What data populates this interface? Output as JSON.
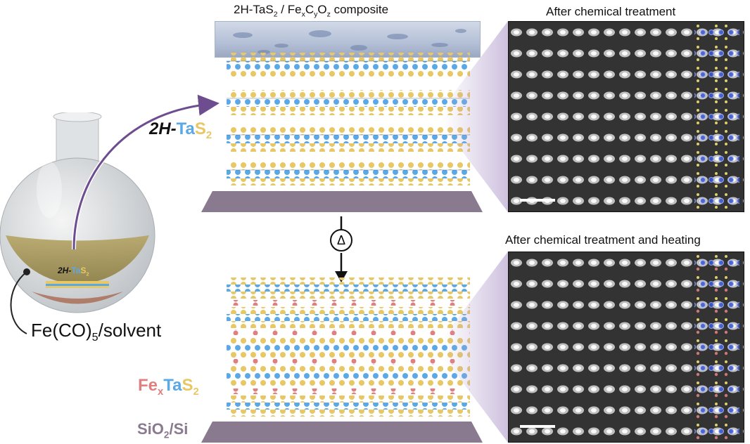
{
  "top_caption": {
    "pre": "2H-TaS",
    "sub1": "2",
    "mid": " / Fe",
    "sub_x": "x",
    "c": "C",
    "sub_y": "y",
    "o": "O",
    "sub_z": "z",
    "post": " composite"
  },
  "label_2h": {
    "italic": "2H-",
    "ta": "Ta",
    "s": "S",
    "sub": "2"
  },
  "flask_label": {
    "italic": "2H-",
    "ta": "Ta",
    "s": "S",
    "sub": "2"
  },
  "solvent_label": {
    "pre": "Fe(CO)",
    "sub": "5",
    "post": "/solvent"
  },
  "delta_symbol": "Δ",
  "fextas2_label": {
    "fe": "Fe",
    "sub_x": "x",
    "ta": "Ta",
    "s": "S",
    "sub2": "2"
  },
  "substrate_label": {
    "pre": "SiO",
    "sub": "2",
    "post": "/Si"
  },
  "panel_top_title": "After chemical treatment",
  "panel_bottom_title": "After chemical treatment and heating",
  "colors": {
    "ta": "#5aa9e6",
    "s": "#e8c765",
    "fe": "#e07f80",
    "substrate": "#8a7a90",
    "arrow": "#6d4d8f",
    "panel_bg": "#2b2b2b"
  }
}
